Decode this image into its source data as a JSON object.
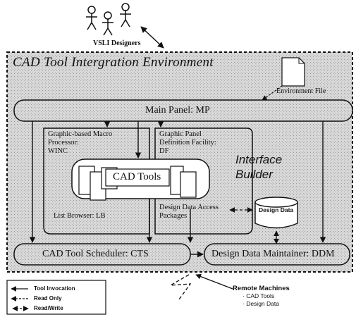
{
  "diagram": {
    "designers_label": "VSLI Designers",
    "environment_title": "CAD Tool Intergration Environment",
    "environment_file_label": "Environment File",
    "main_panel_label": "Main Panel: MP",
    "macro_processor_label": [
      "Graphic-based Macro",
      "Processor:",
      "WINC"
    ],
    "panel_definition_label": [
      "Graphic Panel",
      "Definition Facility:",
      "DF"
    ],
    "interface_builder_label": [
      "Interface",
      "Builder"
    ],
    "cad_tools_label": "CAD Tools",
    "list_browser_label": "List Browser: LB",
    "design_data_access_label": [
      "Design Data Access",
      "Packages"
    ],
    "design_data_label": "Design Data",
    "scheduler_label": "CAD Tool Scheduler: CTS",
    "maintainer_label": "Design Data Maintainer: DDM",
    "remote_machines": {
      "title": "Remote Machines",
      "items": [
        "· CAD Tools",
        "· Design Data"
      ]
    },
    "legend": [
      {
        "label": "Tool Invocation",
        "style": "solid"
      },
      {
        "label": "Read Only",
        "style": "dashed"
      },
      {
        "label": "Read/Write",
        "style": "dashed-double"
      }
    ]
  },
  "colors": {
    "stroke": "#111111",
    "panel_fill": "#d6d6d6",
    "white": "#ffffff"
  }
}
